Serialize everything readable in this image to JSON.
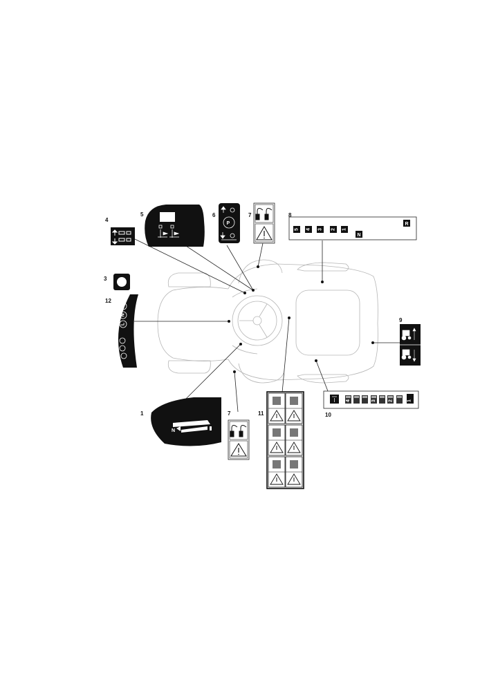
{
  "callouts": [
    "1",
    "3",
    "4",
    "5",
    "6",
    "7",
    "7",
    "8",
    "9",
    "10",
    "11",
    "12"
  ],
  "decal_8": {
    "gears": [
      "5",
      "4",
      "3",
      "2",
      "1"
    ],
    "neutral": "N",
    "reverse": "R"
  },
  "decal_10": {
    "gears": [
      "4",
      "3",
      "2",
      "1"
    ]
  },
  "decal_12": {
    "letters": [
      "L",
      "N",
      "H"
    ]
  },
  "decal_1": {
    "letter": "N"
  },
  "decal_6": {
    "letter": "P"
  },
  "icons": {
    "warning": "warning-triangle-icon",
    "lever": "lever-icon",
    "pedal": "pedal-icon",
    "parking": "parking-brake-icon",
    "tractor": "tractor-icon"
  },
  "colors": {
    "ink": "#111111",
    "outline": "#b5b5b5",
    "paper": "#ffffff"
  }
}
